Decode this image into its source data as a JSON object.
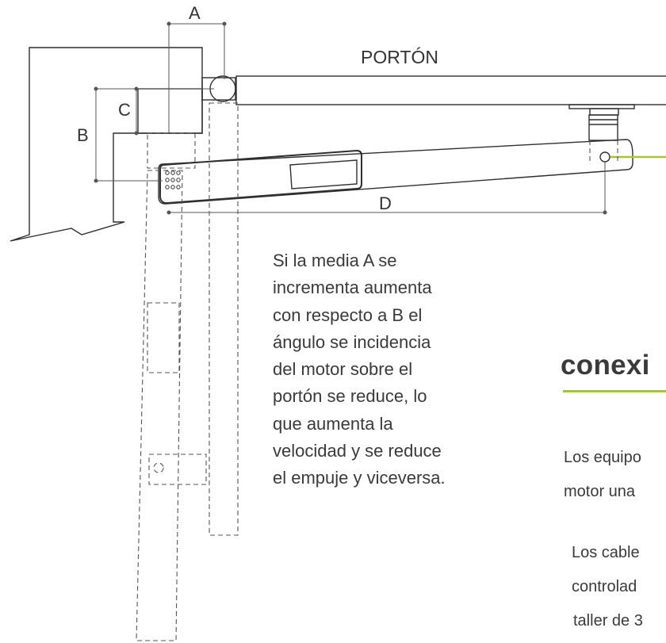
{
  "labels": {
    "portal": "PORTÓN",
    "dim_a": "A",
    "dim_b": "B",
    "dim_c": "C",
    "dim_d": "D"
  },
  "explanation": {
    "lines": [
      "Si la media A se",
      "incrementa aumenta",
      "con respecto a B el",
      "ángulo se incidencia",
      "del motor sobre el",
      "portón se reduce, lo",
      "que aumenta la",
      "velocidad y se reduce",
      "el empuje y viceversa."
    ]
  },
  "section": {
    "title": "conexi",
    "rule_color": "#a6c33a",
    "paragraph1": [
      "Los equipo",
      "motor una"
    ],
    "paragraph2": [
      "Los cable",
      "controlad",
      "taller de 3"
    ]
  },
  "colors": {
    "line": "#2f2f2f",
    "accent": "#a6c33a"
  }
}
